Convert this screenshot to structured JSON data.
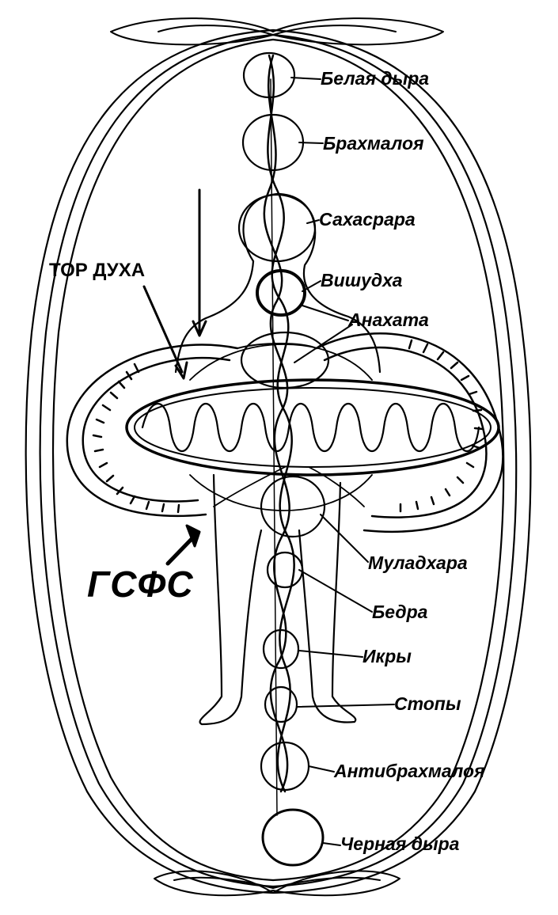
{
  "diagram": {
    "labels": {
      "white_hole": "Белая дыра",
      "brahmaloya": "Брахмалоя",
      "sahasrara": "Сахасрара",
      "tor_duha": "ТОР ДУХА",
      "vishuddha": "Вишудха",
      "anahata": "Анахата",
      "gsfs": "ГСФС",
      "muladhara": "Муладхара",
      "bedra": "Бедра",
      "ikry": "Икры",
      "stopy": "Стопы",
      "antibrahmaloya": "Антибрахмалоя",
      "black_hole": "Черная дыра"
    },
    "colors": {
      "ink": "#000000",
      "paper": "#ffffff"
    }
  }
}
